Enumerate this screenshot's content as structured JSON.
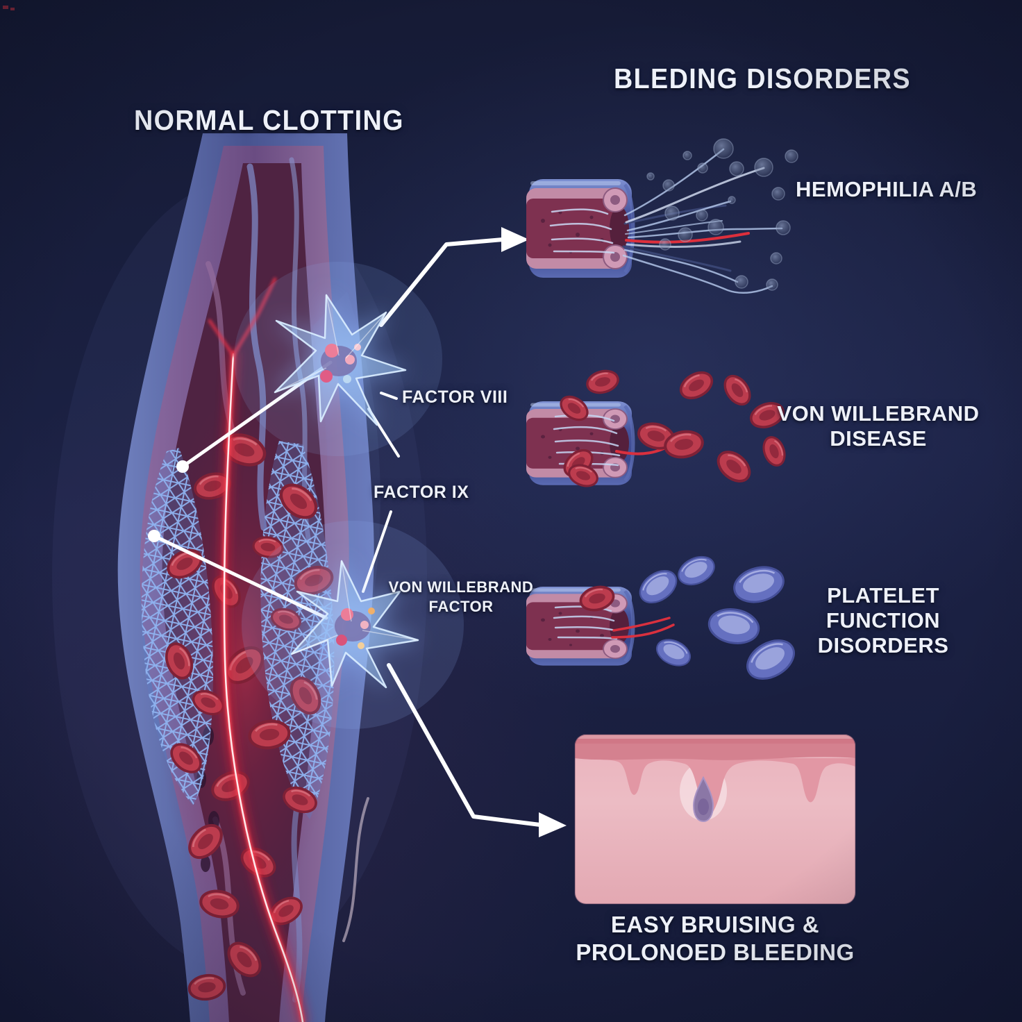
{
  "titles": {
    "normal": "NORMAL CLOTTING",
    "disorders": "BLEDING DISORDERS"
  },
  "clotting_labels": {
    "factor_viii": "FACTOR VIII",
    "factor_ix": "FACTOR IX",
    "vwf_line1": "VON WILLEBRAND",
    "vwf_line2": "FACTOR"
  },
  "disorder_labels": {
    "hemophilia": "HEMOPHILIA A/B",
    "vwd_line1": "VON WILLEBRAND",
    "vwd_line2": "DISEASE",
    "platelet_line1": "PLATELET",
    "platelet_line2": "FUNCTION",
    "platelet_line3": "DISORDERS",
    "bruising_line1": "EASY BRUISING &",
    "bruising_line2": "PROLONOED BLEEDING"
  },
  "colors": {
    "background": "#1a2040",
    "text": "#eef1f9",
    "red_blood_cell": "#bc3c4e",
    "platelet_disc": "#6570c0",
    "fibrin_strand": "#b9cdf0",
    "vessel_wall_blue": "#4a5694",
    "vessel_inner_pink": "#c28ba6",
    "vessel_lumen": "#7e3150",
    "clot_mesh": "#8fb3f0",
    "platelet_star": "#a8c8f0",
    "skin": "#ecbcc4",
    "bruise": "#8b77a6",
    "arrow": "#ffffff",
    "glow_red": "#ff4a58"
  }
}
